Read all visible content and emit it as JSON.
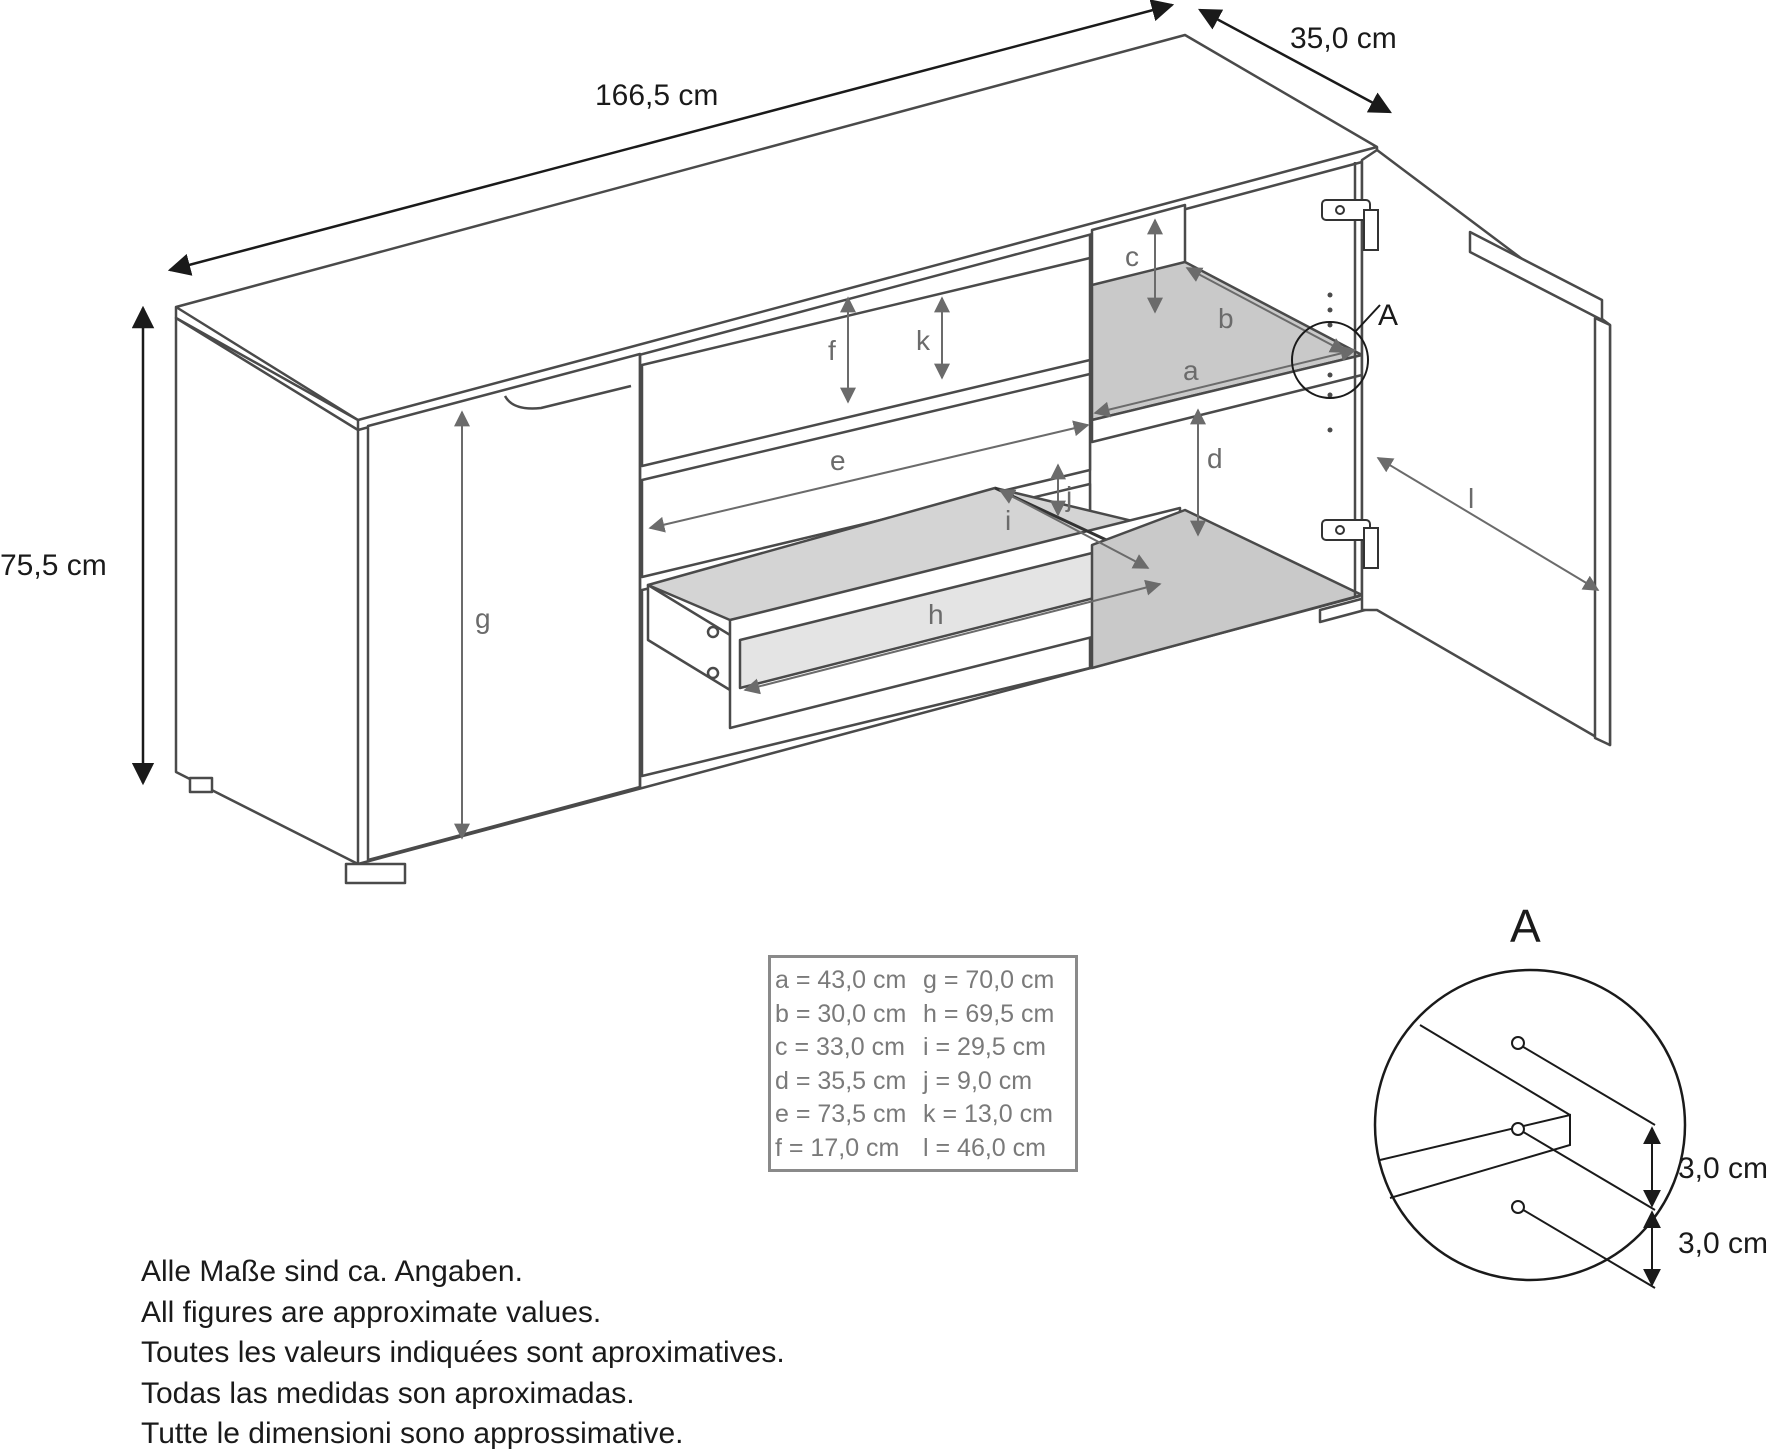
{
  "dimensions": {
    "width": "166,5 cm",
    "depth": "35,0 cm",
    "height": "75,5 cm"
  },
  "part_labels": {
    "a": "a",
    "b": "b",
    "c": "c",
    "d": "d",
    "e": "e",
    "f": "f",
    "g": "g",
    "h": "h",
    "i": "i",
    "j": "j",
    "k": "k",
    "l": "l"
  },
  "detail": {
    "marker": "A",
    "title": "A",
    "spacing_upper": "3,0 cm",
    "spacing_lower": "3,0 cm"
  },
  "legend": {
    "rows": [
      {
        "left": "a = 43,0 cm",
        "right": "g = 70,0 cm"
      },
      {
        "left": "b = 30,0 cm",
        "right": "h = 69,5 cm"
      },
      {
        "left": "c = 33,0 cm",
        "right": "i  = 29,5 cm"
      },
      {
        "left": "d = 35,5 cm",
        "right": "j  =   9,0 cm"
      },
      {
        "left": "e = 73,5 cm",
        "right": "k = 13,0 cm"
      },
      {
        "left": "f  = 17,0 cm",
        "right": "l  = 46,0 cm"
      }
    ]
  },
  "notes": [
    "Alle Maße sind ca. Angaben.",
    "All figures are approximate values.",
    "Toutes les valeurs indiquées sont aproximatives.",
    "Todas las medidas son aproximadas.",
    "Tutte le dimensioni sono approssimative."
  ]
}
